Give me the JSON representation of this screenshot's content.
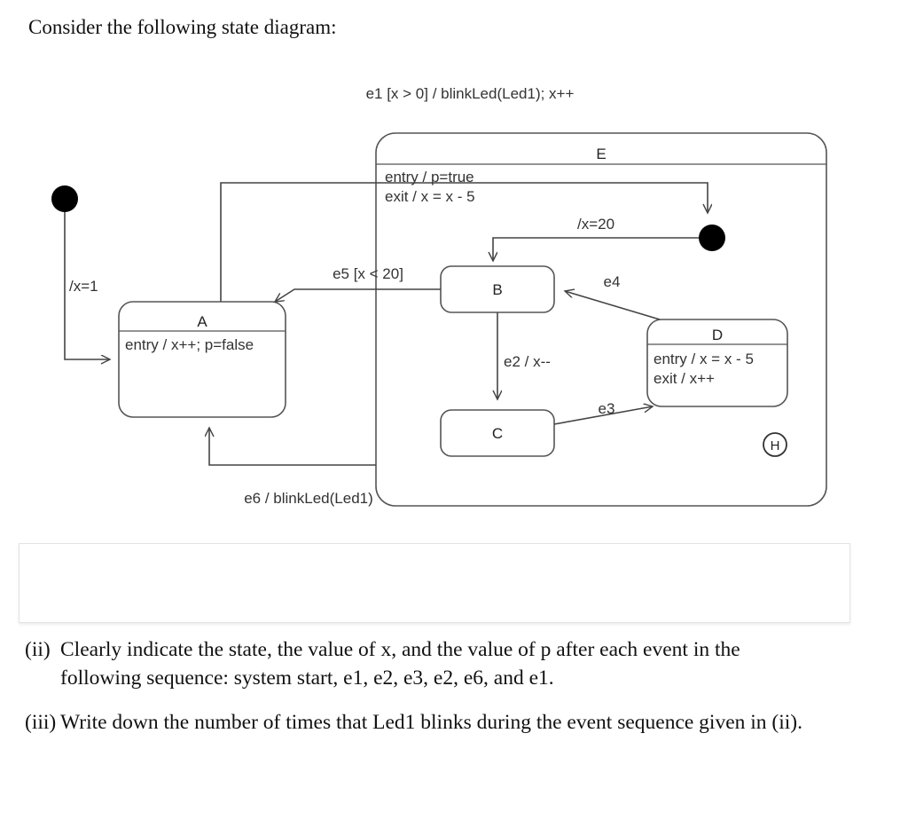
{
  "prompt": "Consider the following state diagram:",
  "diagram": {
    "title": "UML state machine diagram",
    "composite_state": {
      "name": "E",
      "body_lines": [
        "entry / p=true",
        "exit / x = x - 5"
      ]
    },
    "states": [
      {
        "id": "A",
        "name": "A",
        "body_lines": [
          "entry / x++; p=false"
        ]
      },
      {
        "id": "B",
        "name": "B",
        "body_lines": []
      },
      {
        "id": "C",
        "name": "C",
        "body_lines": []
      },
      {
        "id": "D",
        "name": "D",
        "body_lines": [
          "entry / x = x - 5",
          "exit / x++"
        ]
      }
    ],
    "pseudostates": [
      {
        "id": "initial-outer",
        "kind": "initial"
      },
      {
        "id": "initial-inner",
        "kind": "initial"
      },
      {
        "id": "history",
        "kind": "shallow-history",
        "label": "H"
      }
    ],
    "transitions": [
      {
        "id": "t-init-a",
        "from": "initial-outer",
        "to": "A",
        "label": "/x=1"
      },
      {
        "id": "t-a-e",
        "from": "A",
        "to": "E",
        "label": "e1 [x > 0] / blinkLed(Led1); x++"
      },
      {
        "id": "t-init-b",
        "from": "initial-inner",
        "to": "B",
        "label": "/x=20"
      },
      {
        "id": "t-b-a",
        "from": "B",
        "to": "A",
        "label": "e5 [x < 20]"
      },
      {
        "id": "t-b-c",
        "from": "B",
        "to": "C",
        "label": "e2 / x--"
      },
      {
        "id": "t-c-d",
        "from": "C",
        "to": "D",
        "label": "e3"
      },
      {
        "id": "t-d-b",
        "from": "D",
        "to": "B",
        "label": "e4"
      },
      {
        "id": "t-e-a",
        "from": "E",
        "to": "A",
        "label": "e6 / blinkLed(Led1)"
      }
    ],
    "colors": {
      "stroke": "#555555",
      "edge": "#444444",
      "fill": "#ffffff",
      "text": "#333333"
    }
  },
  "questions": [
    {
      "marker": "(ii)",
      "text": "Clearly indicate the state, the value of x, and the value of p after each event in the following sequence: system start, e1, e2, e3, e2, e6, and e1."
    },
    {
      "marker": "(iii)",
      "text": "Write down the number of times that Led1 blinks during the event sequence given in (ii)."
    }
  ]
}
